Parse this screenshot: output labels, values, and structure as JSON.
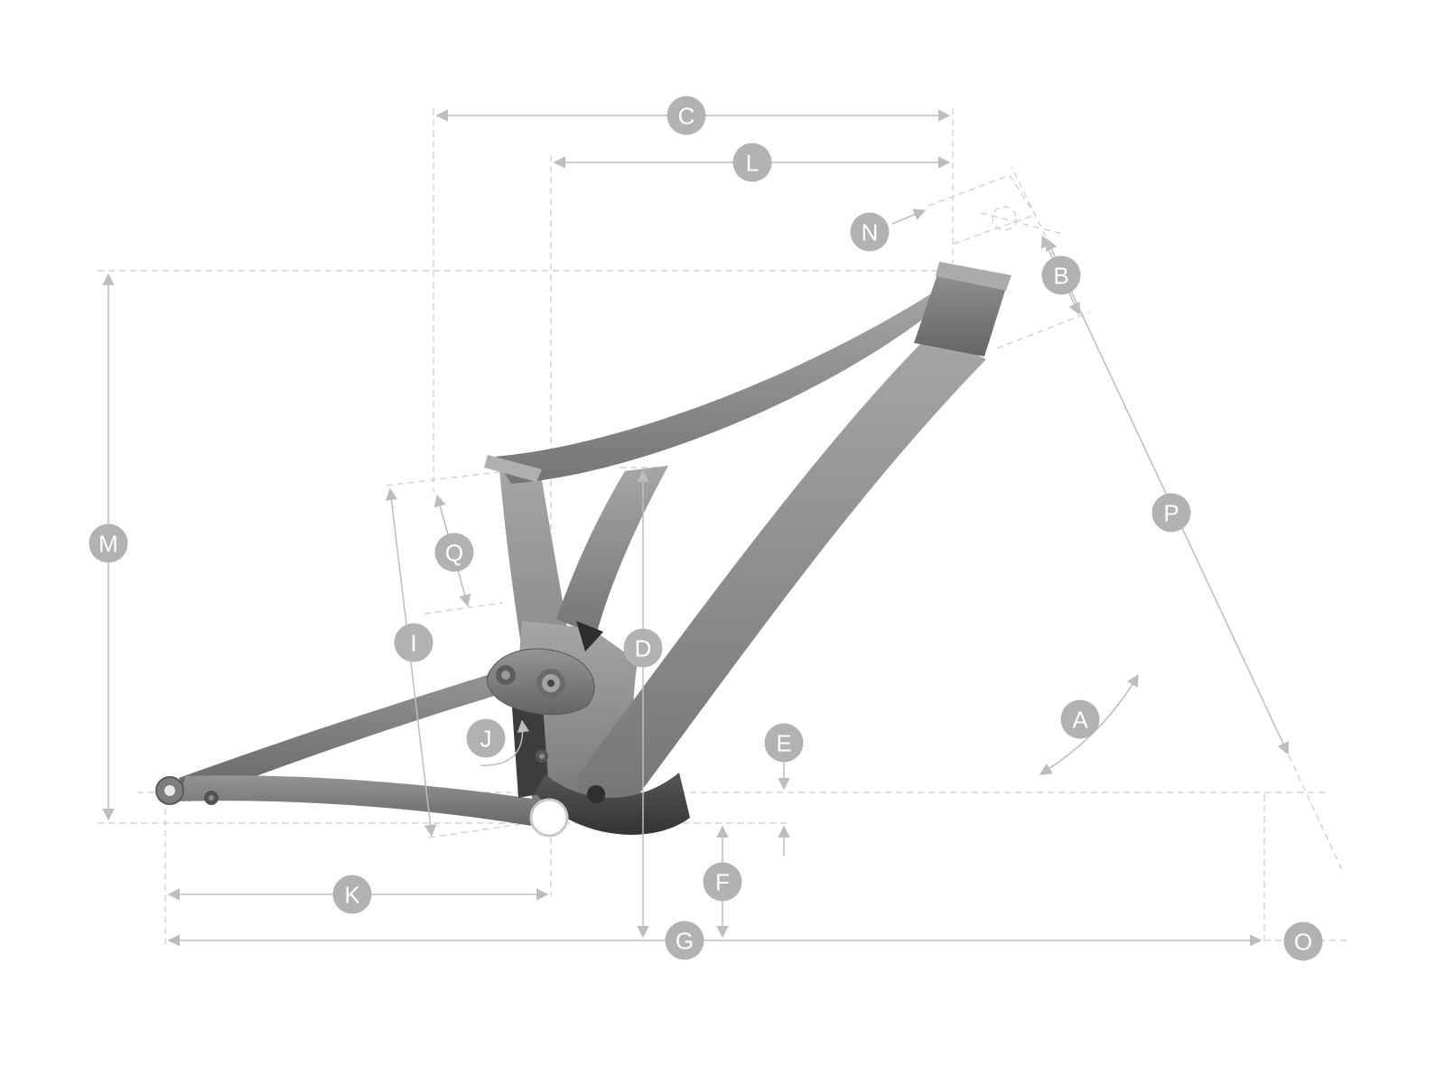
{
  "diagram": {
    "type": "bike-frame-geometry",
    "badges": {
      "A": "A",
      "B": "B",
      "C": "C",
      "D": "D",
      "E": "E",
      "F": "F",
      "G": "G",
      "I": "I",
      "J": "J",
      "K": "K",
      "L": "L",
      "M": "M",
      "N": "N",
      "O": "O",
      "P": "P",
      "Q": "Q"
    },
    "colors": {
      "background": "#ffffff",
      "badge_bg": "#b2b2b2",
      "badge_text": "#ffffff",
      "dimension_line": "#bdbdbd",
      "construction_line": "#d2d2d2",
      "frame_gray": "#8a8a8a",
      "frame_dark": "#3d3d3d",
      "bottom_bracket": "#ffffff"
    }
  }
}
